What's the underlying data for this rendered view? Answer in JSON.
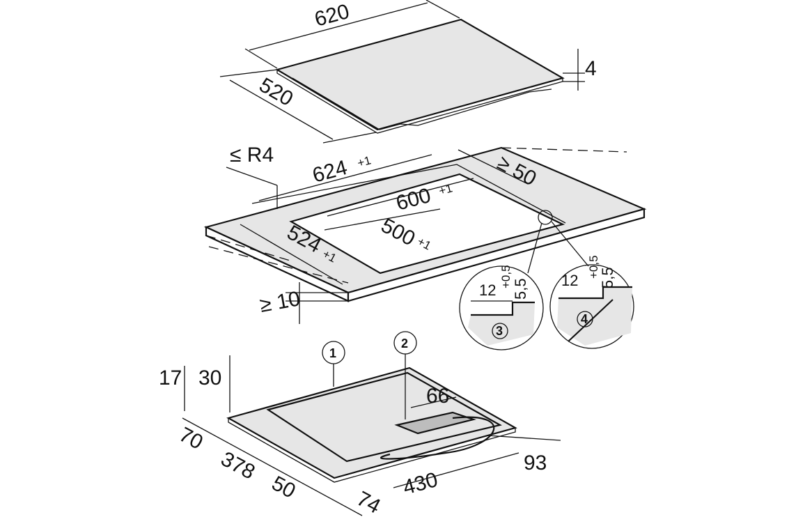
{
  "hob_top": {
    "width": "620",
    "depth": "520",
    "thickness": "4"
  },
  "cutout": {
    "corner_radius": "≤ R4",
    "outer_width": "624",
    "outer_width_tol": "+1",
    "rear_clearance": "≥ 50",
    "inner_width": "600",
    "inner_width_tol": "+1",
    "inner_depth": "500",
    "inner_depth_tol": "+1",
    "outer_depth": "524",
    "outer_depth_tol": "+1",
    "front_clearance": "≥ 10"
  },
  "detail_3": {
    "rebate_width": "12",
    "rebate_width_tol": "+0,5",
    "rebate_depth": "5,5",
    "callout": "3"
  },
  "detail_4": {
    "rebate_width": "12",
    "rebate_width_tol": "+0,5",
    "rebate_depth": "5,5",
    "callout": "4"
  },
  "hob_bottom": {
    "callout_1": "1",
    "callout_2": "2",
    "dim_17": "17",
    "dim_30": "30",
    "dim_66": "66",
    "dim_70": "70",
    "dim_378": "378",
    "dim_50": "50",
    "dim_74": "74",
    "dim_430": "430",
    "dim_93": "93"
  },
  "colors": {
    "surface": "#e6e6e6",
    "line": "#111111"
  }
}
